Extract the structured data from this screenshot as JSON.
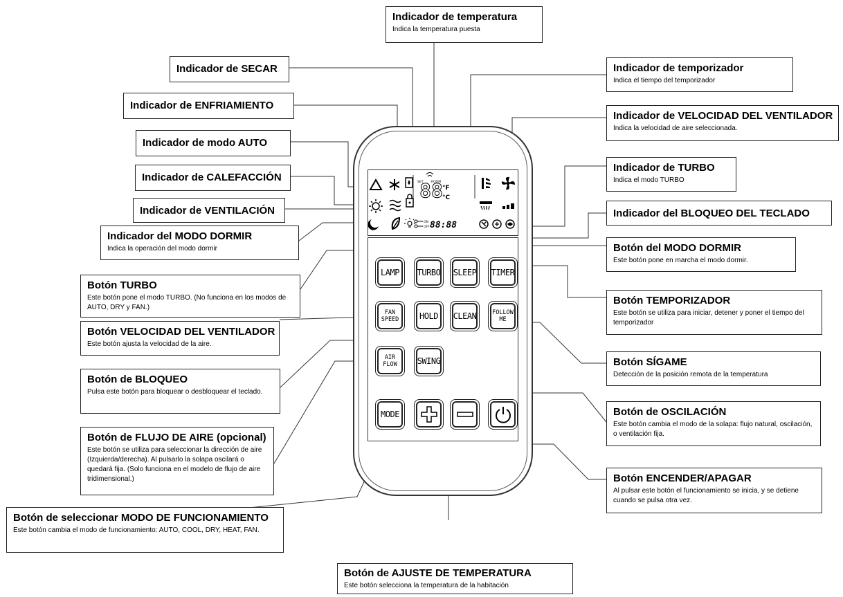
{
  "labels": {
    "temp_indicator": {
      "title": "Indicador de temperatura",
      "desc": "Indica la temperatura puesta"
    },
    "dry_indicator": {
      "title": "Indicador de SECAR"
    },
    "timer_indicator": {
      "title": "Indicador de temporizador",
      "desc": "Indica el tiempo del temporizador"
    },
    "cool_indicator": {
      "title": "Indicador de ENFRIAMIENTO"
    },
    "fan_speed_indicator": {
      "title": "Indicador de VELOCIDAD DEL VENTILADOR",
      "desc": "Indica la velocidad de aire seleccionada."
    },
    "auto_indicator": {
      "title": "Indicador de modo AUTO"
    },
    "turbo_indicator": {
      "title": "Indicador de TURBO",
      "desc": "Indica el modo TURBO"
    },
    "heat_indicator": {
      "title": "Indicador de CALEFACCIÓN"
    },
    "fan_indicator": {
      "title": "Indicador de VENTILACIÓN"
    },
    "lock_indicator": {
      "title": "Indicador del BLOQUEO DEL TECLADO"
    },
    "sleep_indicator": {
      "title": "Indicador del MODO DORMIR",
      "desc": "Indica la operación del modo dormir"
    },
    "sleep_button": {
      "title": "Botón del MODO DORMIR",
      "desc": "Este botón pone en marcha el modo dormir."
    },
    "turbo_button": {
      "title": "Botón TURBO",
      "desc": "Este botón pone el modo TURBO. (No funciona en los modos de AUTO, DRY y FAN.)"
    },
    "timer_button": {
      "title": "Botón TEMPORIZADOR",
      "desc": "Este botón se utiliza para iniciar, detener y poner el tiempo del temporizador"
    },
    "fan_speed_button": {
      "title": "Botón VELOCIDAD DEL VENTILADOR",
      "desc": "Este botón ajusta la velocidad de la aire."
    },
    "follow_me_button": {
      "title": "Botón SÍGAME",
      "desc": "Detección de la posición remota de la temperatura"
    },
    "lock_button": {
      "title": "Botón de BLOQUEO",
      "desc": "Pulsa este botón para bloquear o desbloquear el teclado."
    },
    "swing_button": {
      "title": "Botón de OSCILACIÓN",
      "desc": "Este botón cambia el modo de la solapa: flujo natural, oscilación, o ventilación fija."
    },
    "air_flow_button": {
      "title": "Botón de FLUJO DE AIRE (opcional)",
      "desc": "Este botón se utiliza para seleccionar la dirección de aire (Izquierda/derecha). Al pulsarlo la solapa oscilará o quedará fija. (Solo funciona en el modelo de flujo de aire tridimensional.)"
    },
    "power_button": {
      "title": "Botón ENCENDER/APAGAR",
      "desc": "Al pulsar este botón el funcionamiento se inicia, y se detiene cuando se pulsa otra vez."
    },
    "mode_button": {
      "title": "Botón de seleccionar MODO DE FUNCIONAMIENTO",
      "desc": "Este botón cambia el modo de funcionamiento: AUTO, COOL, DRY, HEAT, FAN."
    },
    "temp_button": {
      "title": "Botón de AJUSTE DE TEMPERATURA",
      "desc": "Este botón selecciona la temperatura de la habitación"
    }
  },
  "buttons": {
    "lamp": "LAMP",
    "turbo": "TURBO",
    "sleep": "SLEEP",
    "timer": "TIMER",
    "fan_speed_1": "FAN",
    "fan_speed_2": "SPEED",
    "hold": "HOLD",
    "clean": "CLEAN",
    "follow_1": "FOLLOW",
    "follow_2": "ME",
    "air_flow_1": "AIR",
    "air_flow_2": "FLOW",
    "swing": "SWING",
    "mode": "MODE"
  },
  "display": {
    "temp_digits": "88",
    "unit_f": "°F",
    "unit_c": "°C",
    "timer_digits": "88:88",
    "set_label": "SET",
    "room_label": "ROOM",
    "on_label": "ON",
    "off_label": "OFF"
  }
}
